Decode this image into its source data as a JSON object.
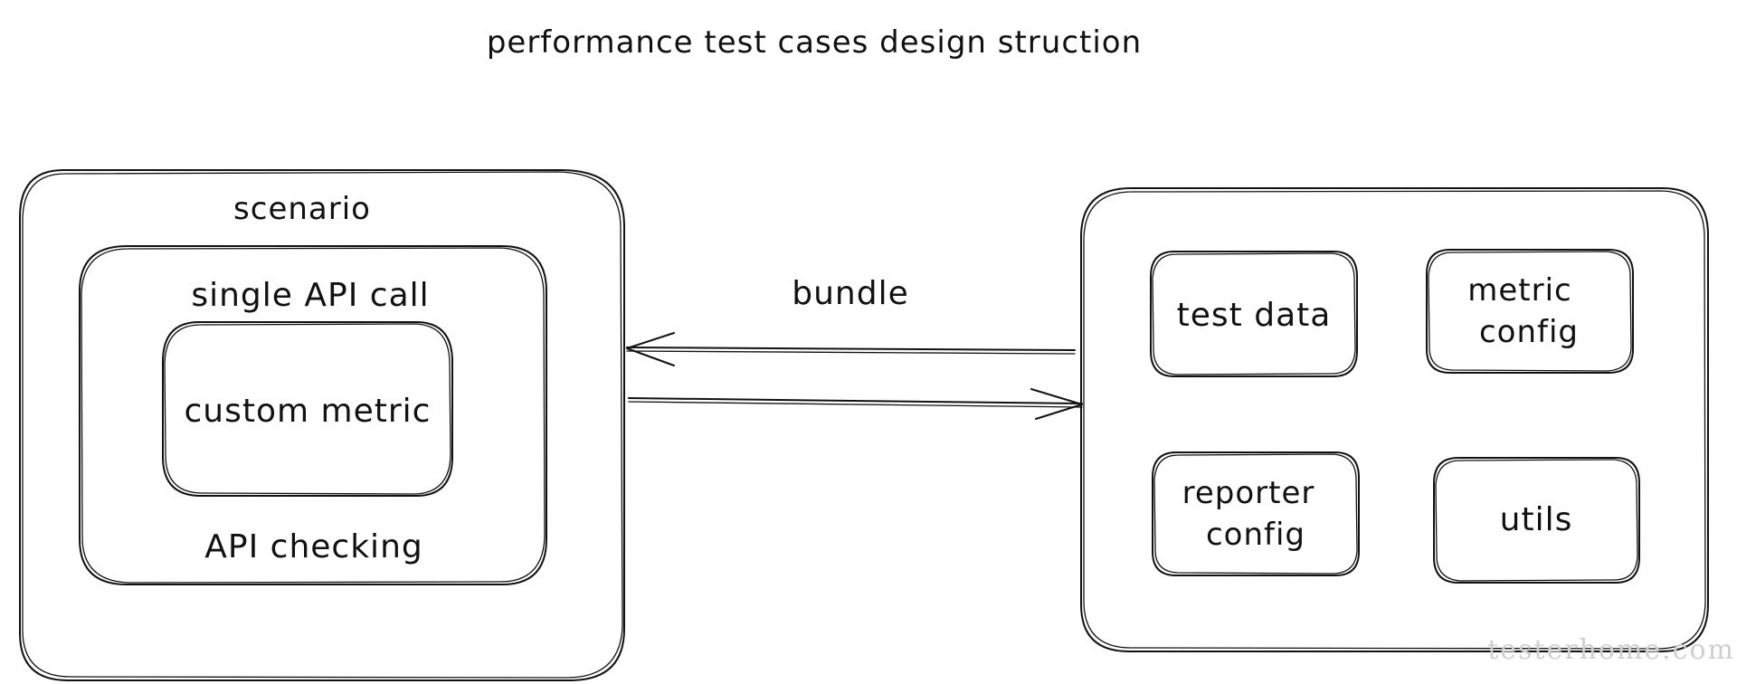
{
  "diagram": {
    "title": "performance test cases design struction",
    "left_group": {
      "scenario_label": "scenario",
      "single_api_label": "single API call",
      "custom_metric_label": "custom metric",
      "api_checking_label": "API checking"
    },
    "connector": {
      "label": "bundle"
    },
    "right_group": {
      "test_data_label": "test data",
      "metric_config_line1": "metric",
      "metric_config_line2": "config",
      "reporter_config_line1": "reporter",
      "reporter_config_line2": "config",
      "utils_label": "utils"
    },
    "watermark": "testerhome.com"
  }
}
